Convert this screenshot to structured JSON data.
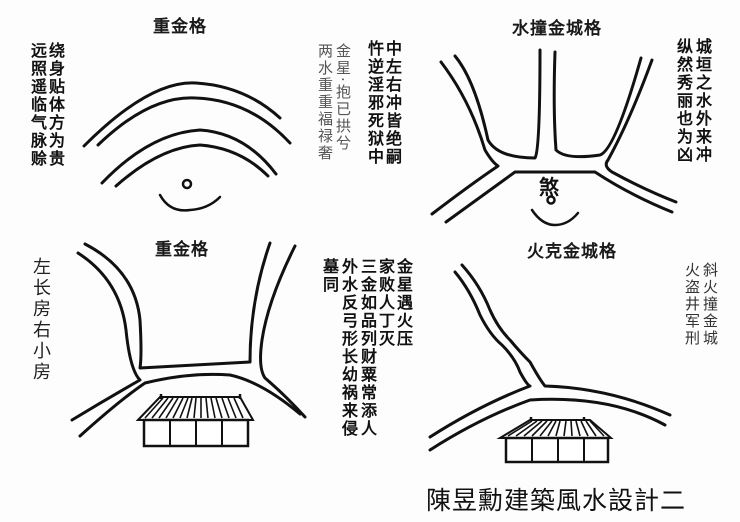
{
  "panels": {
    "top_left": {
      "title": "重金格",
      "left_text": [
        "绕身贴体方为贵",
        "远照遥临气脉赊"
      ],
      "right_light_text": [
        "金星·抱已拱兮",
        "两水重重福禄奢"
      ],
      "right_bold_text": [
        "中左右冲皆绝嗣",
        "忤逆淫邪死狱中"
      ]
    },
    "top_right": {
      "title": "水撞金城格",
      "center_symbol": "煞",
      "right_text": [
        "城垣之水外来冲",
        "纵然秀丽也为凶"
      ]
    },
    "bottom_left": {
      "title": "重金格",
      "left_text": [
        "左长房右小房"
      ],
      "right_text": [
        "金星遇火压",
        "家败人丁灭",
        "三金如品列财粟常添人",
        "外水反弓形长幼祸来侵",
        "墓同"
      ]
    },
    "bottom_right": {
      "title": "火克金城格",
      "right_text": [
        "斜火撞金城",
        "火盗井军刑"
      ]
    }
  },
  "caption": "陳昱勳建築風水設計二",
  "colors": {
    "ink": "#111111",
    "background": "#fdfdfd",
    "light_ink": "#555555"
  }
}
